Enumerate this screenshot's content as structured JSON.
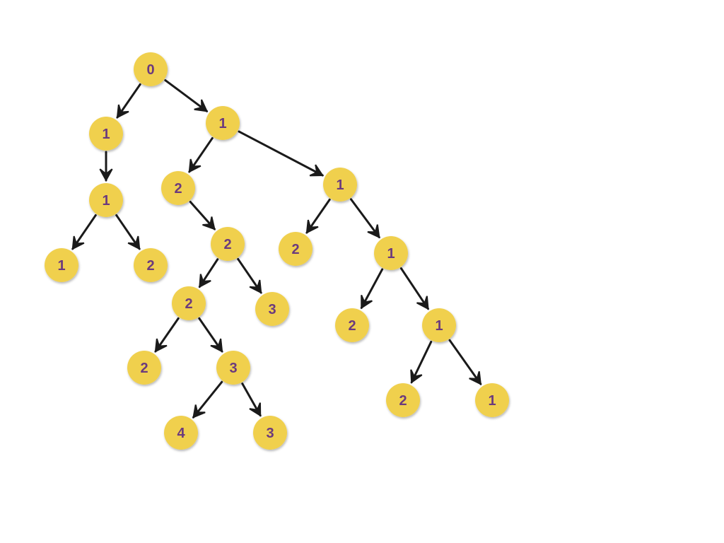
{
  "style": {
    "node_fill": "#F0D04E",
    "label_color": "#6B3A7D",
    "edge_color": "#1a1a1a"
  },
  "tree": {
    "nodes": [
      {
        "id": "n0",
        "label": "0"
      },
      {
        "id": "n1",
        "label": "1"
      },
      {
        "id": "n2",
        "label": "1"
      },
      {
        "id": "n3",
        "label": "1"
      },
      {
        "id": "n4",
        "label": "1"
      },
      {
        "id": "n5",
        "label": "2"
      },
      {
        "id": "n6",
        "label": "2"
      },
      {
        "id": "n7",
        "label": "2"
      },
      {
        "id": "n8",
        "label": "2"
      },
      {
        "id": "n9",
        "label": "3"
      },
      {
        "id": "n10",
        "label": "2"
      },
      {
        "id": "n11",
        "label": "3"
      },
      {
        "id": "n12",
        "label": "4"
      },
      {
        "id": "n13",
        "label": "3"
      },
      {
        "id": "n14",
        "label": "1"
      },
      {
        "id": "n15",
        "label": "2"
      },
      {
        "id": "n16",
        "label": "1"
      },
      {
        "id": "n17",
        "label": "2"
      },
      {
        "id": "n18",
        "label": "1"
      },
      {
        "id": "n19",
        "label": "2"
      },
      {
        "id": "n20",
        "label": "1"
      }
    ],
    "edges": [
      [
        "n0",
        "n1"
      ],
      [
        "n0",
        "n2"
      ],
      [
        "n1",
        "n3"
      ],
      [
        "n3",
        "n4"
      ],
      [
        "n3",
        "n5"
      ],
      [
        "n2",
        "n6"
      ],
      [
        "n2",
        "n14"
      ],
      [
        "n6",
        "n7"
      ],
      [
        "n7",
        "n8"
      ],
      [
        "n7",
        "n9"
      ],
      [
        "n8",
        "n10"
      ],
      [
        "n8",
        "n11"
      ],
      [
        "n11",
        "n12"
      ],
      [
        "n11",
        "n13"
      ],
      [
        "n14",
        "n15"
      ],
      [
        "n14",
        "n16"
      ],
      [
        "n16",
        "n17"
      ],
      [
        "n16",
        "n18"
      ],
      [
        "n18",
        "n19"
      ],
      [
        "n18",
        "n20"
      ]
    ]
  }
}
